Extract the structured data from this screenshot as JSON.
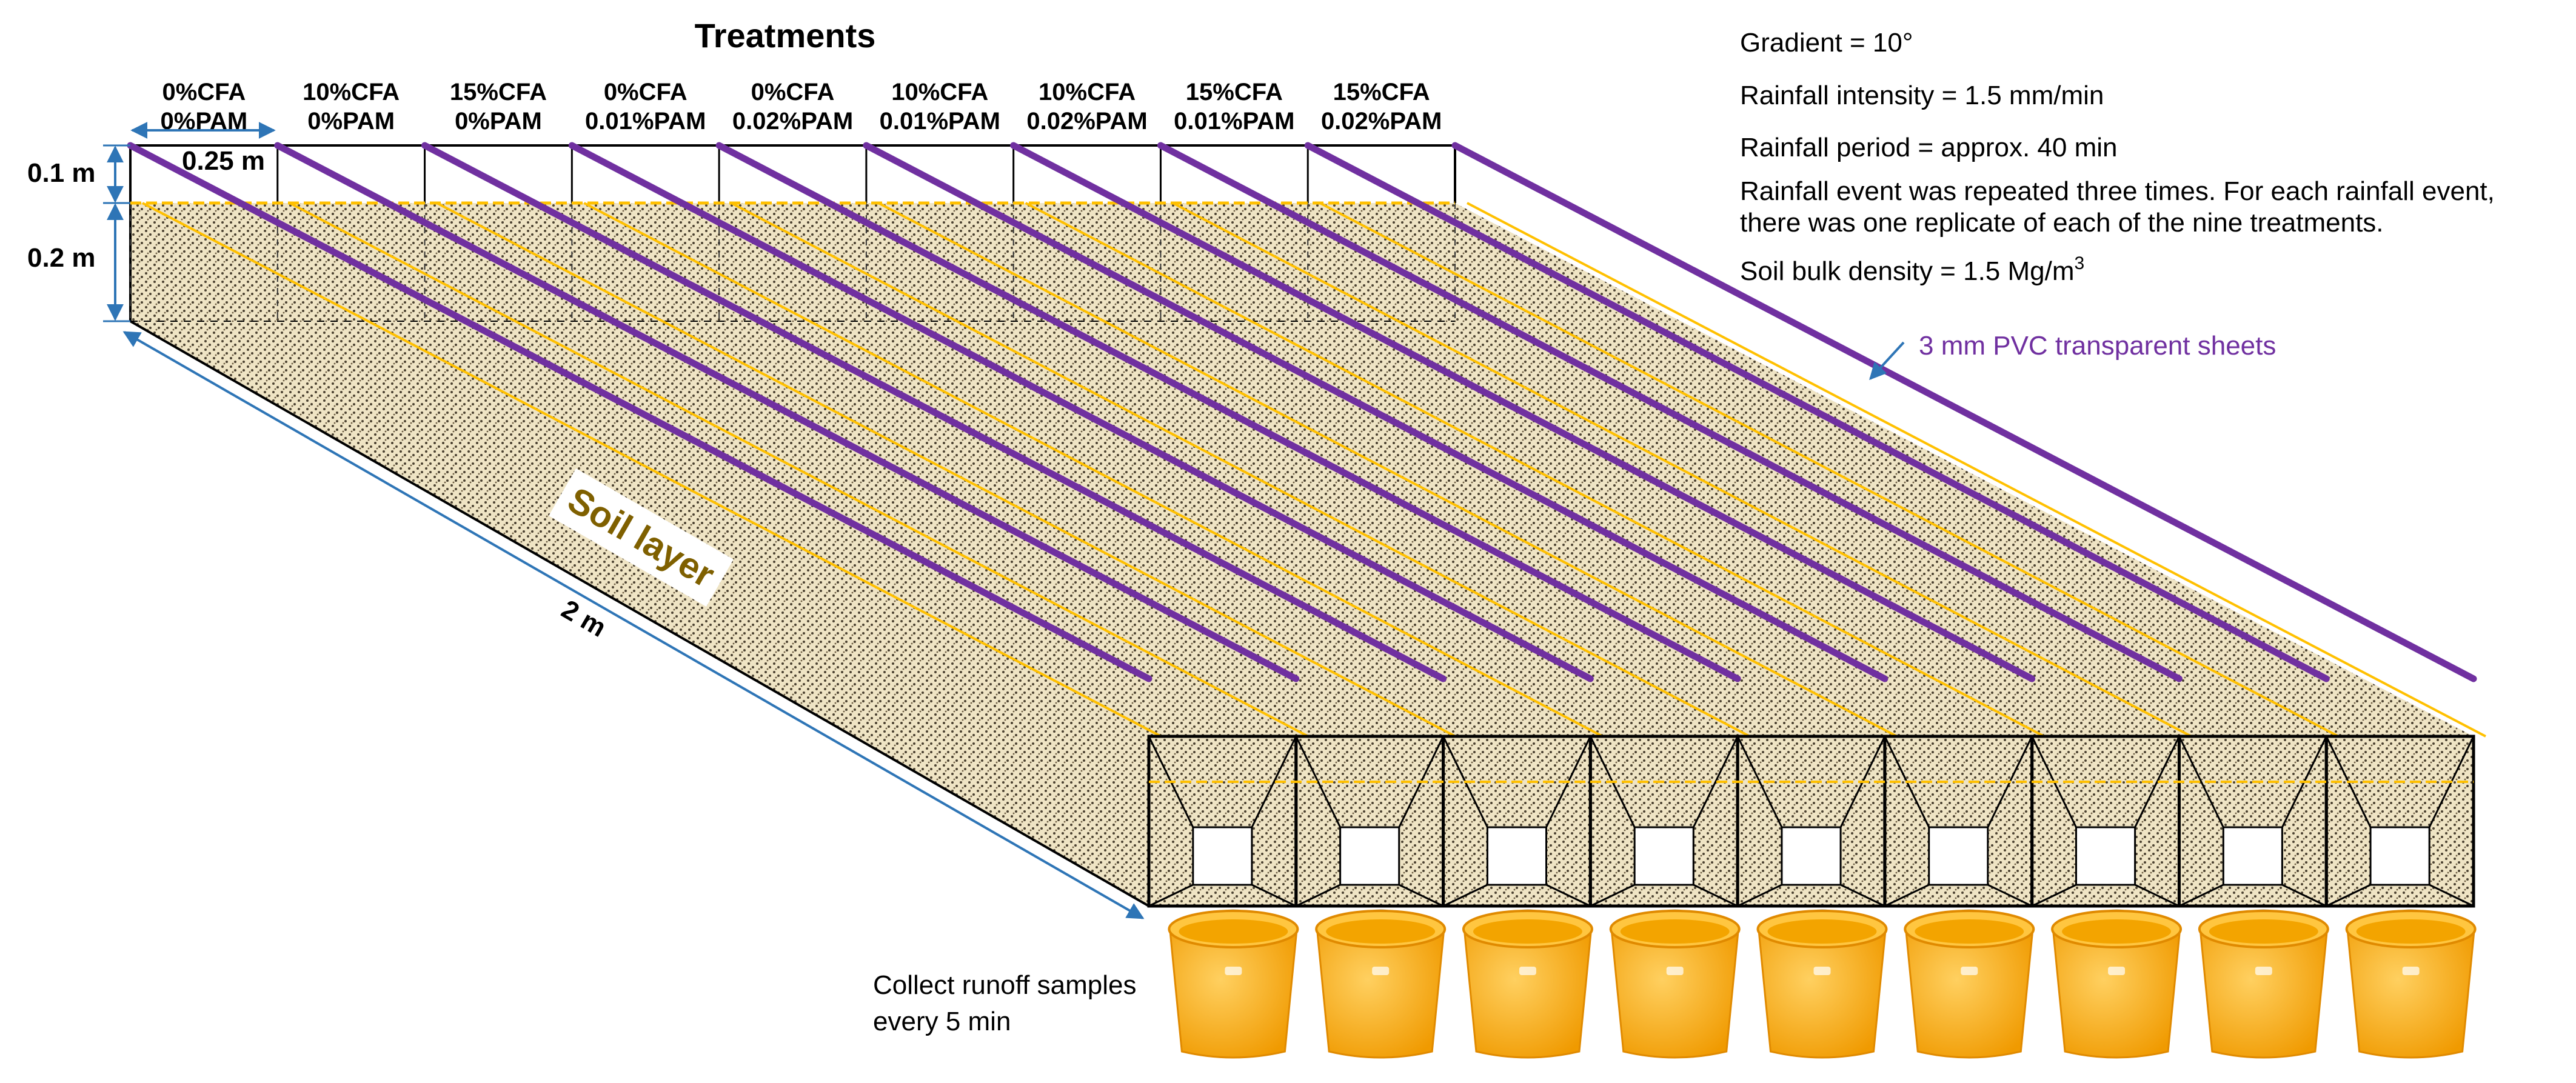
{
  "title": "Treatments",
  "treatments": [
    {
      "cfa": "0%CFA",
      "pam": "0%PAM"
    },
    {
      "cfa": "10%CFA",
      "pam": "0%PAM"
    },
    {
      "cfa": "15%CFA",
      "pam": "0%PAM"
    },
    {
      "cfa": "0%CFA",
      "pam": "0.01%PAM"
    },
    {
      "cfa": "0%CFA",
      "pam": "0.02%PAM"
    },
    {
      "cfa": "10%CFA",
      "pam": "0.01%PAM"
    },
    {
      "cfa": "10%CFA",
      "pam": "0.02%PAM"
    },
    {
      "cfa": "15%CFA",
      "pam": "0.01%PAM"
    },
    {
      "cfa": "15%CFA",
      "pam": "0.02%PAM"
    }
  ],
  "dimensions": {
    "plot_width": "0.25 m",
    "upper_depth": "0.1 m",
    "soil_depth": "0.2 m",
    "length": "2 m"
  },
  "soil_label": "Soil layer",
  "info": {
    "gradient": "Gradient = 10°",
    "intensity": "Rainfall intensity = 1.5 mm/min",
    "period": "Rainfall period = approx. 40 min",
    "repeat_line1": "Rainfall event was repeated three times. For each rainfall event,",
    "repeat_line2": "there was one replicate of each of the nine treatments.",
    "density_prefix": "Soil bulk density = 1.5 Mg/m",
    "density_sup": "3"
  },
  "pvc_label": "3 mm PVC transparent sheets",
  "collect": {
    "line1": "Collect runoff samples",
    "line2": "every 5 min"
  },
  "colors": {
    "soil": "#efe4c4",
    "soil_dots": "#4a4030",
    "pvc": "#7030a0",
    "soil_line": "#ffc000",
    "bucket": "#ffb020",
    "dim_arrow": "#2e75b6"
  }
}
